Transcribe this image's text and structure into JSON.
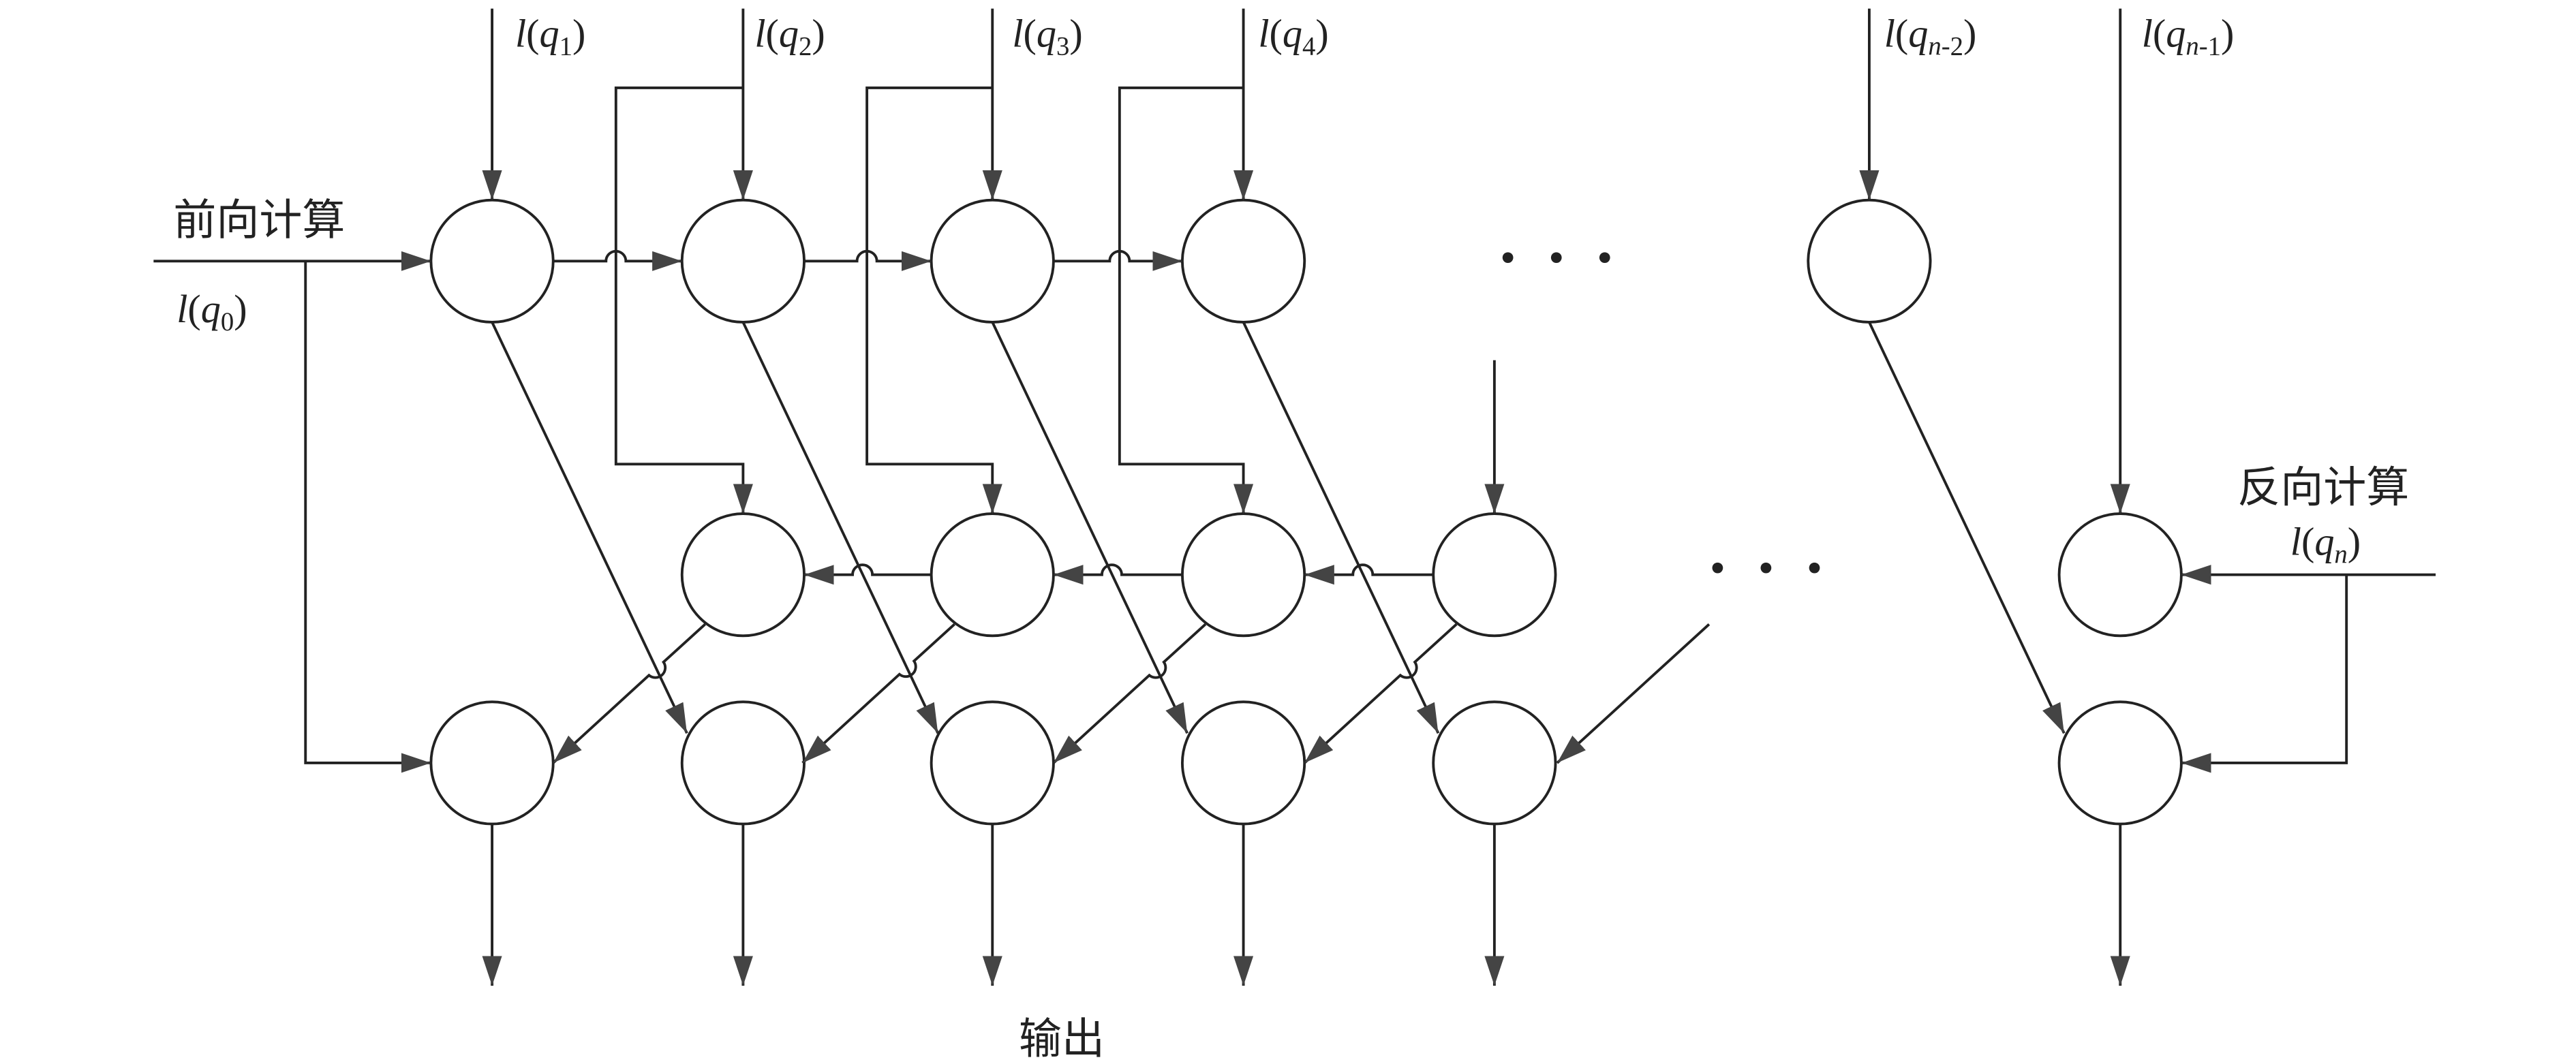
{
  "diagram": {
    "forward_label": "前向计算",
    "backward_label": "反向计算",
    "output_label": "输出",
    "ellipsis_forward": "· · ·",
    "ellipsis_backward": "· · ·",
    "forward_input": {
      "fn": "l",
      "open": "(",
      "var": "q",
      "sub": "0",
      "close": ")"
    },
    "backward_input": {
      "fn": "l",
      "open": "(",
      "var": "q",
      "sub_var": "n",
      "close": ")"
    },
    "inputs": [
      {
        "fn": "l",
        "open": "(",
        "var": "q",
        "sub": "1",
        "close": ")"
      },
      {
        "fn": "l",
        "open": "(",
        "var": "q",
        "sub": "2",
        "close": ")"
      },
      {
        "fn": "l",
        "open": "(",
        "var": "q",
        "sub": "3",
        "close": ")"
      },
      {
        "fn": "l",
        "open": "(",
        "var": "q",
        "sub": "4",
        "close": ")"
      },
      {
        "fn": "l",
        "open": "(",
        "var": "q",
        "sub_var": "n",
        "sub": "-2",
        "close": ")"
      },
      {
        "fn": "l",
        "open": "(",
        "var": "q",
        "sub_var": "n",
        "sub": "-1",
        "close": ")"
      }
    ]
  },
  "colors": {
    "line": "#222222",
    "arrow": "#444444",
    "text": "#222222",
    "background": "#ffffff"
  }
}
